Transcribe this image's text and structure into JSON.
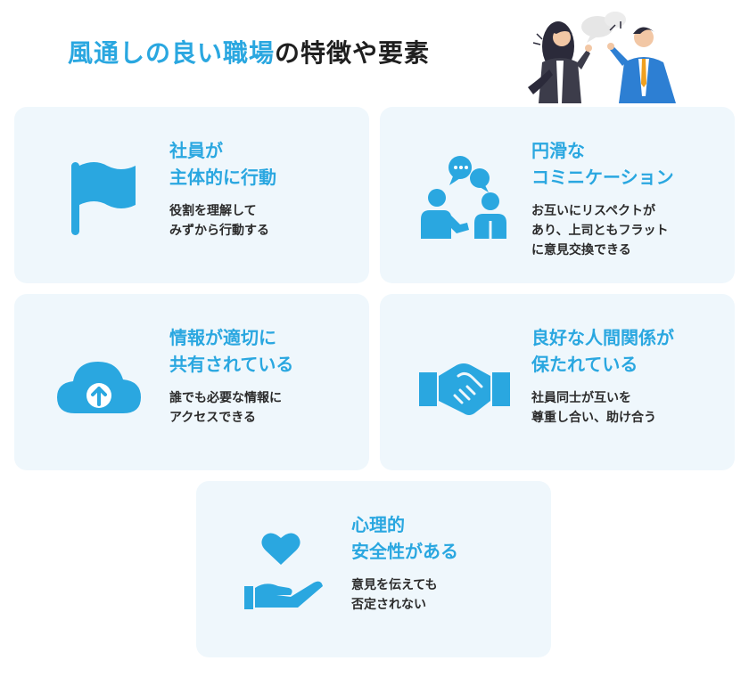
{
  "header": {
    "title_accent": "風通しの良い職場",
    "title_rest": "の特徴や要素"
  },
  "colors": {
    "accent": "#2aa7e0",
    "card_bg": "#eff7fc",
    "text": "#2b2b2b"
  },
  "cards": [
    {
      "icon": "flag-icon",
      "title_lines": [
        "社員が",
        "主体的に行動"
      ],
      "desc_lines": [
        "役割を理解して",
        "みずから行動する"
      ]
    },
    {
      "icon": "conversation-icon",
      "title_lines": [
        "円滑な",
        "コミニケーション"
      ],
      "desc_lines": [
        "お互いにリスペクトが",
        "あり、上司ともフラット",
        "に意見交換できる"
      ]
    },
    {
      "icon": "cloud-upload-icon",
      "title_lines": [
        "情報が適切に",
        "共有されている"
      ],
      "desc_lines": [
        "誰でも必要な情報に",
        "アクセスできる"
      ]
    },
    {
      "icon": "handshake-icon",
      "title_lines": [
        "良好な人間関係が",
        "保たれている"
      ],
      "desc_lines": [
        "社員同士が互いを",
        "尊重し合い、助け合う"
      ]
    },
    {
      "icon": "heart-hand-icon",
      "title_lines": [
        "心理的",
        "安全性がある"
      ],
      "desc_lines": [
        "意見を伝えても",
        "否定されない"
      ]
    }
  ]
}
